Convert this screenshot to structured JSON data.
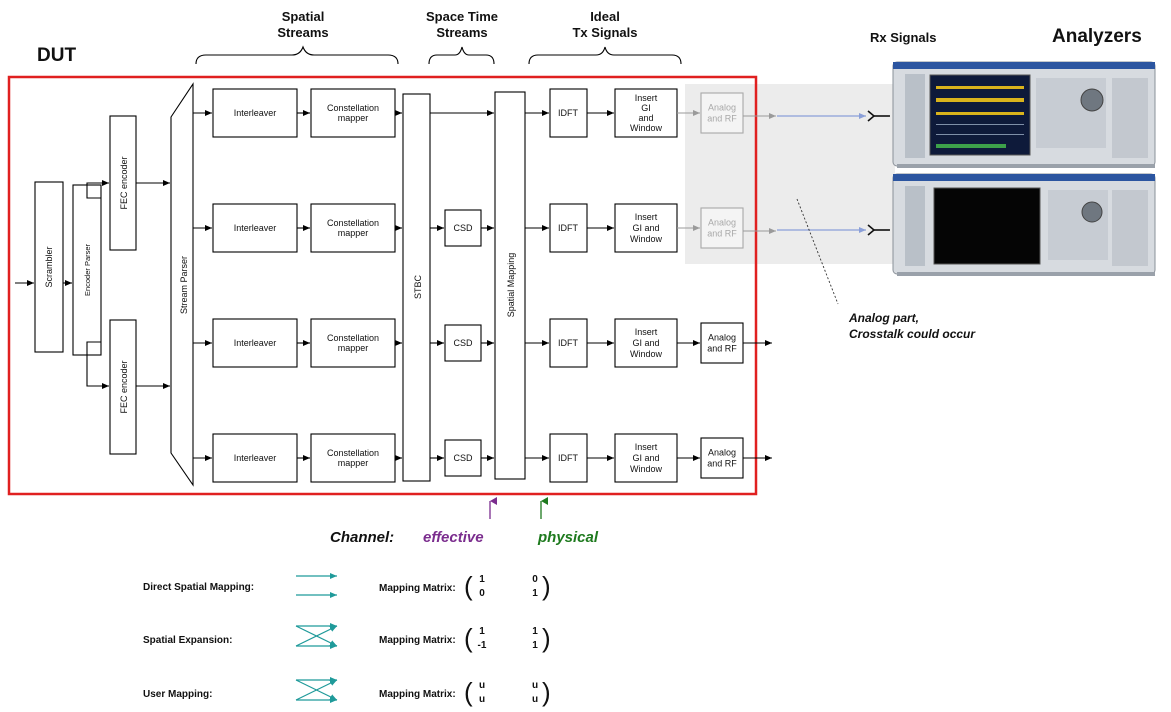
{
  "diagram": {
    "title_dut": "DUT",
    "title_analyzers": "Analyzers",
    "headers": {
      "spatial_streams": [
        "Spatial",
        "Streams"
      ],
      "space_time_streams": [
        "Space Time",
        "Streams"
      ],
      "ideal_tx": [
        "Ideal",
        "Tx Signals"
      ],
      "rx_signals": "Rx Signals"
    },
    "blocks": {
      "scrambler": "Scrambler",
      "encoder_parser": "Encoder Parser",
      "fec_encoder": "FEC encoder",
      "stream_parser": "Stream Parser",
      "interleaver": "Interleaver",
      "constellation_mapper": [
        "Constellation",
        "mapper"
      ],
      "stbc": "STBC",
      "csd": "CSD",
      "spatial_mapping": "Spatial Mapping",
      "idft": "IDFT",
      "insert_gi": [
        "Insert",
        "GI",
        "and",
        "Window"
      ],
      "insert_gi_alt": [
        "Insert",
        "GI and",
        "Window"
      ],
      "analog_rf": [
        "Analog",
        "and RF"
      ]
    },
    "annotation": [
      "Analog part,",
      "Crosstalk could occur"
    ],
    "channel": {
      "label": "Channel:",
      "effective": "effective",
      "physical": "physical",
      "effective_color": "#7b2d8e",
      "physical_color": "#1e7a1e"
    },
    "legend": [
      {
        "label": "Direct Spatial Mapping:",
        "matrix_label": "Mapping Matrix:",
        "matrix": [
          [
            "1",
            "0"
          ],
          [
            "0",
            "1"
          ]
        ]
      },
      {
        "label": "Spatial Expansion:",
        "matrix_label": "Mapping Matrix:",
        "matrix": [
          [
            "1",
            "1"
          ],
          [
            "-1",
            "1"
          ]
        ]
      },
      {
        "label": "User Mapping:",
        "matrix_label": "Mapping Matrix:",
        "matrix": [
          [
            "u",
            "u"
          ],
          [
            "u",
            "u"
          ]
        ]
      }
    ],
    "colors": {
      "dut_border": "#e02020",
      "rx_arrow": "#8a9fd8",
      "legend_arrow": "#1f9a9a"
    }
  }
}
